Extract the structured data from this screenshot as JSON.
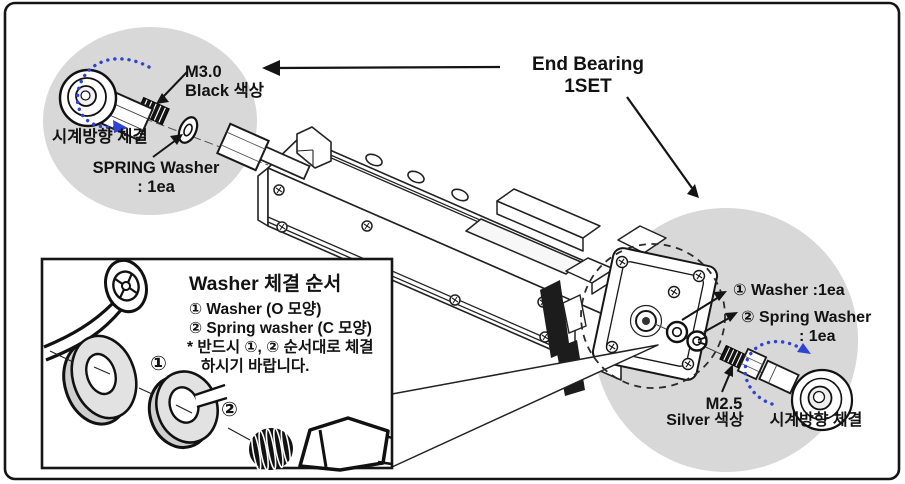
{
  "colors": {
    "background": "#ffffff",
    "highlight_circle": "#d8d8d8",
    "rotation_arrow_blue": "#2e43d6",
    "line_black": "#141414"
  },
  "end_bearing": {
    "line1": "End Bearing",
    "line2": "1SET"
  },
  "left_callout": {
    "bolt_size": "M3.0",
    "bolt_color": "Black 색상",
    "rotation_note": "시계방향 체결",
    "washer_name": "SPRING Washer",
    "washer_qty": ": 1ea"
  },
  "right_callout": {
    "washer1_label": "① Washer :1ea",
    "washer2_label": "② Spring Washer",
    "washer2_qty": ": 1ea",
    "bolt_size": "M2.5",
    "bolt_color": "Silver 색상",
    "rotation_note": "시계방향 체결"
  },
  "washer_order_box": {
    "title": "Washer 체결 순서",
    "item1": "① Washer (O 모양)",
    "item2": "② Spring washer (C 모양)",
    "note_line1": "* 반드시 ①, ② 순서대로 체결",
    "note_line2": "하시기 바랍니다.",
    "washer1_mark": "①",
    "washer2_mark": "②"
  }
}
